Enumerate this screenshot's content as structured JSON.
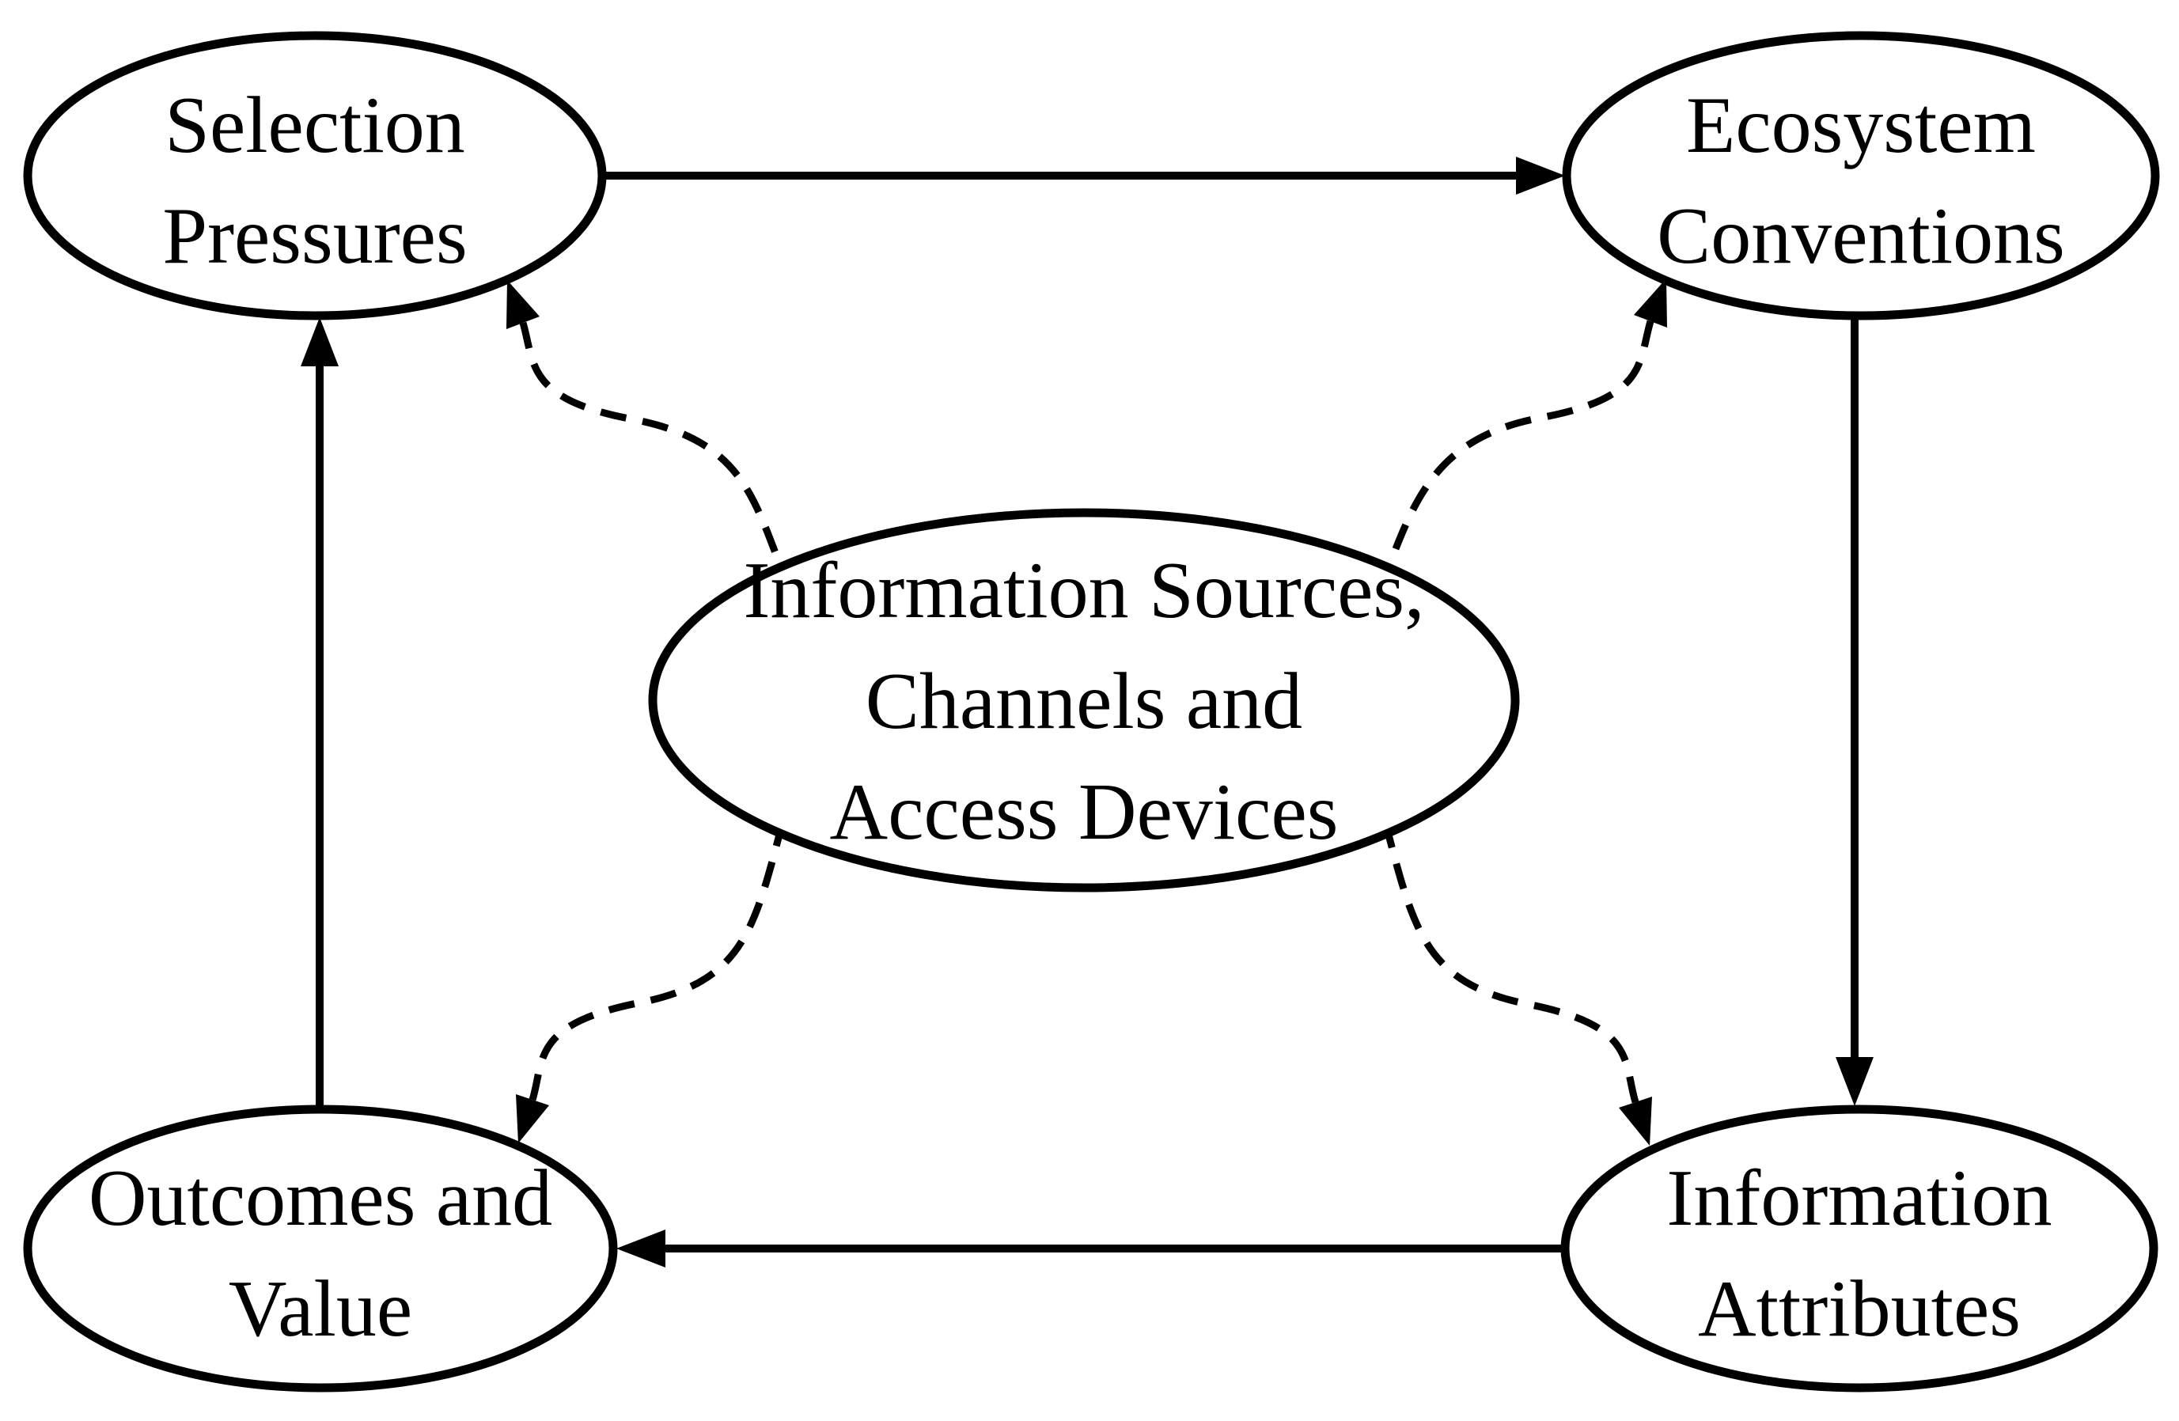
{
  "page": {
    "background_color": "#ffffff",
    "ink_color": "#000000"
  },
  "diagram": {
    "type": "concept-map",
    "nodes": [
      {
        "id": "selection-pressures",
        "label": "Selection Pressures",
        "lines": [
          "Selection",
          "Pressures"
        ],
        "shape": "ellipse",
        "position": "top-left"
      },
      {
        "id": "ecosystem-conventions",
        "label": "Ecosystem Conventions",
        "lines": [
          "Ecosystem",
          "Conventions"
        ],
        "shape": "ellipse",
        "position": "top-right"
      },
      {
        "id": "information-sources-channels-access-devices",
        "label": "Information Sources, Channels and Access Devices",
        "lines": [
          "Information Sources,",
          "Channels and",
          "Access Devices"
        ],
        "shape": "ellipse",
        "position": "center"
      },
      {
        "id": "outcomes-and-value",
        "label": "Outcomes and Value",
        "lines": [
          "Outcomes and",
          "Value"
        ],
        "shape": "ellipse",
        "position": "bottom-left"
      },
      {
        "id": "information-attributes",
        "label": "Information Attributes",
        "lines": [
          "Information",
          "Attributes"
        ],
        "shape": "ellipse",
        "position": "bottom-right"
      }
    ],
    "edges": [
      {
        "from": "selection-pressures",
        "to": "ecosystem-conventions",
        "style": "solid",
        "arrow": "single"
      },
      {
        "from": "ecosystem-conventions",
        "to": "information-attributes",
        "style": "solid",
        "arrow": "single"
      },
      {
        "from": "information-attributes",
        "to": "outcomes-and-value",
        "style": "solid",
        "arrow": "single"
      },
      {
        "from": "outcomes-and-value",
        "to": "selection-pressures",
        "style": "solid",
        "arrow": "single"
      },
      {
        "from": "information-sources-channels-access-devices",
        "to": "selection-pressures",
        "style": "dashed",
        "arrow": "single"
      },
      {
        "from": "information-sources-channels-access-devices",
        "to": "ecosystem-conventions",
        "style": "dashed",
        "arrow": "single"
      },
      {
        "from": "information-sources-channels-access-devices",
        "to": "outcomes-and-value",
        "style": "dashed",
        "arrow": "single"
      },
      {
        "from": "information-sources-channels-access-devices",
        "to": "information-attributes",
        "style": "dashed",
        "arrow": "single"
      }
    ]
  }
}
